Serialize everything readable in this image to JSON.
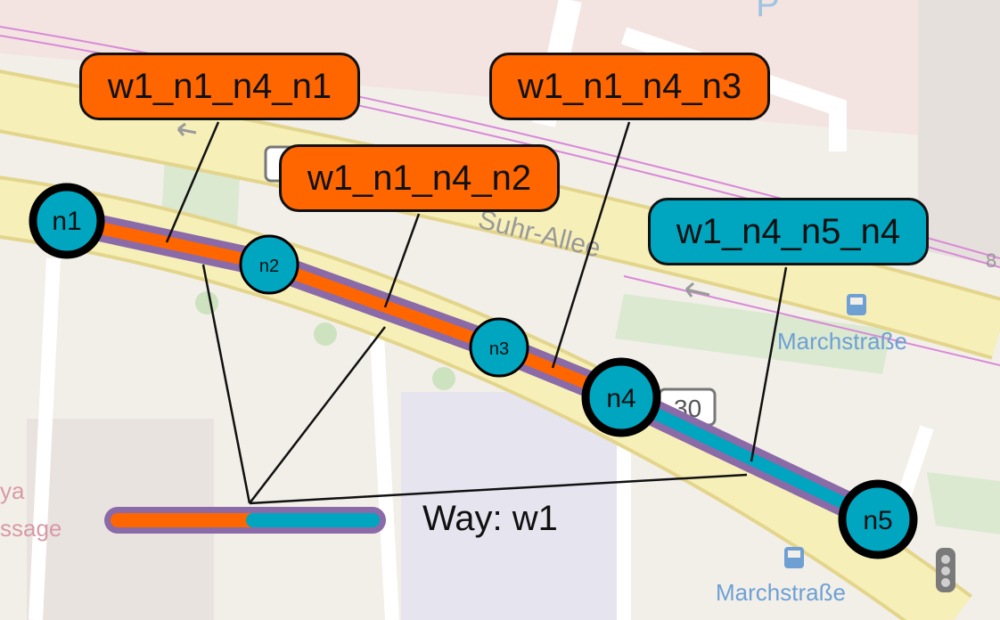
{
  "map": {
    "street_name": "Suhr-Allee",
    "bus_stop_top": "Marchstraße",
    "bus_stop_bottom": "Marchstraße",
    "left_edge_text_1": "ya",
    "left_edge_text_2": "ssage",
    "right_edge_number": "8",
    "road_badge_digits": "30",
    "parking_letter": "P"
  },
  "nodes": [
    {
      "id": "n1",
      "label": "n1"
    },
    {
      "id": "n2",
      "label": "n2"
    },
    {
      "id": "n3",
      "label": "n3"
    },
    {
      "id": "n4",
      "label": "n4"
    },
    {
      "id": "n5",
      "label": "n5"
    }
  ],
  "segments": [
    {
      "label": "w1_n1_n4_n1",
      "color": "orange"
    },
    {
      "label": "w1_n1_n4_n2",
      "color": "orange"
    },
    {
      "label": "w1_n1_n4_n3",
      "color": "orange"
    },
    {
      "label": "w1_n4_n5_n4",
      "color": "teal"
    }
  ],
  "way": {
    "label": "Way: w1"
  },
  "colors": {
    "orange": "#ff6600",
    "teal": "#00a5c0",
    "way_outline": "#8b6aa8",
    "map_background": "#f2efe9",
    "main_road": "#f7efb8",
    "road_edge": "#e3d58c"
  }
}
